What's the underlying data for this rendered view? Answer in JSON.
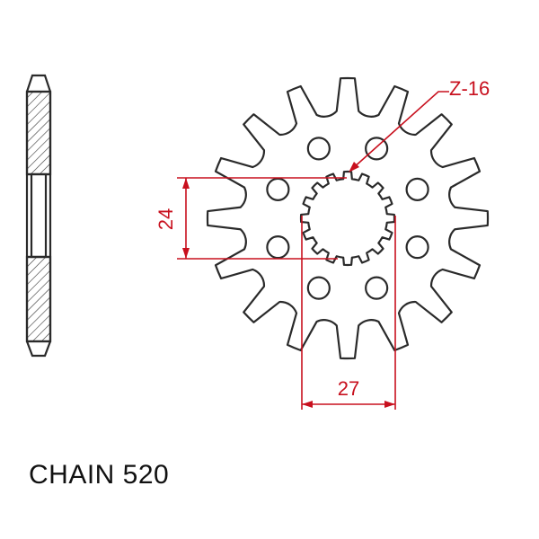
{
  "labels": {
    "teeth": "Z-16",
    "dim_height": "24",
    "dim_width": "27",
    "chain": "CHAIN 520"
  },
  "sprocket": {
    "teeth_count": 16,
    "bolt_holes": 8,
    "spline_count": 16
  },
  "colors": {
    "outline": "#2a2a2a",
    "dimension": "#c8101e",
    "text": "#111111"
  }
}
